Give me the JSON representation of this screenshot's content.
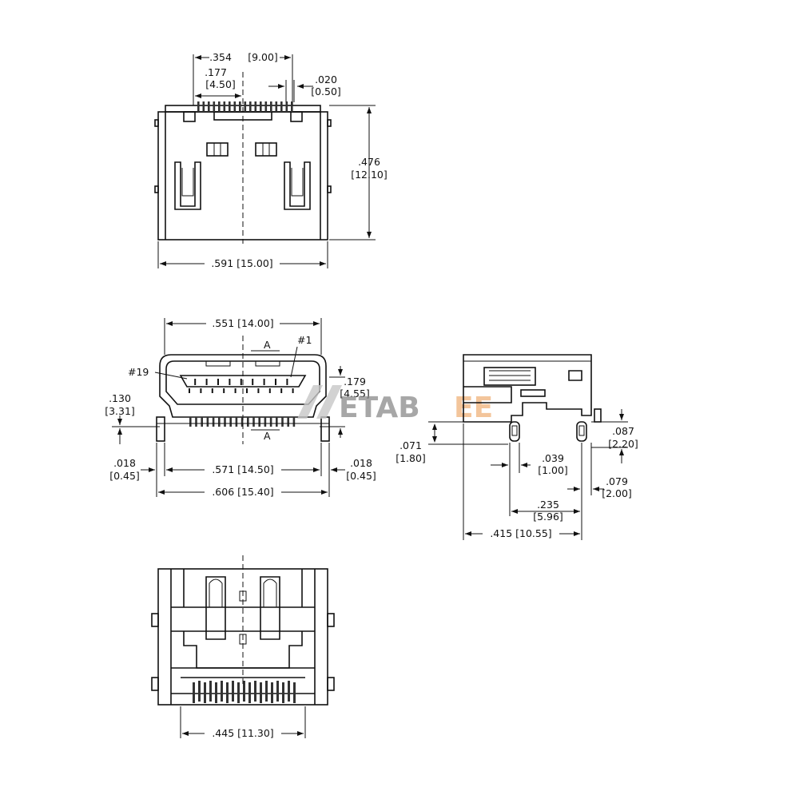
{
  "top_view": {
    "dim_overall_width": ".591 [15.00]",
    "dim_pin_span_in": ".354",
    "dim_pin_span_mm": "[9.00]",
    "dim_half_span_in": ".177",
    "dim_half_span_mm": "[4.50]",
    "dim_pitch_in": ".020",
    "dim_pitch_mm": "[0.50]",
    "dim_height_in": ".476",
    "dim_height_mm": "[12.10]"
  },
  "front_view": {
    "dim_opening_width": ".551 [14.00]",
    "section_mark": "A",
    "pin_first": "#1",
    "pin_last": "#19",
    "dim_pin_height_in": ".179",
    "dim_pin_height_mm": "[4.55]",
    "dim_board_in": ".130",
    "dim_board_mm": "[3.31]",
    "dim_left_in": ".018",
    "dim_left_mm": "[0.45]",
    "dim_right_in": ".018",
    "dim_right_mm": "[0.45]",
    "dim_leg_span": ".571 [14.50]",
    "dim_total_width": ".606 [15.40]"
  },
  "side_view": {
    "dim_a_in": ".087",
    "dim_a_mm": "[2.20]",
    "dim_b_in": ".071",
    "dim_b_mm": "[1.80]",
    "dim_c_in": ".039",
    "dim_c_mm": "[1.00]",
    "dim_d_in": ".079",
    "dim_d_mm": "[2.00]",
    "dim_e_in": ".235",
    "dim_e_mm": "[5.96]",
    "dim_depth": ".415 [10.55]"
  },
  "bottom_view": {
    "dim_pad_span": ".445 [11.30]"
  },
  "watermark": {
    "text_grey": "ETAB",
    "text_orange": "EE"
  }
}
